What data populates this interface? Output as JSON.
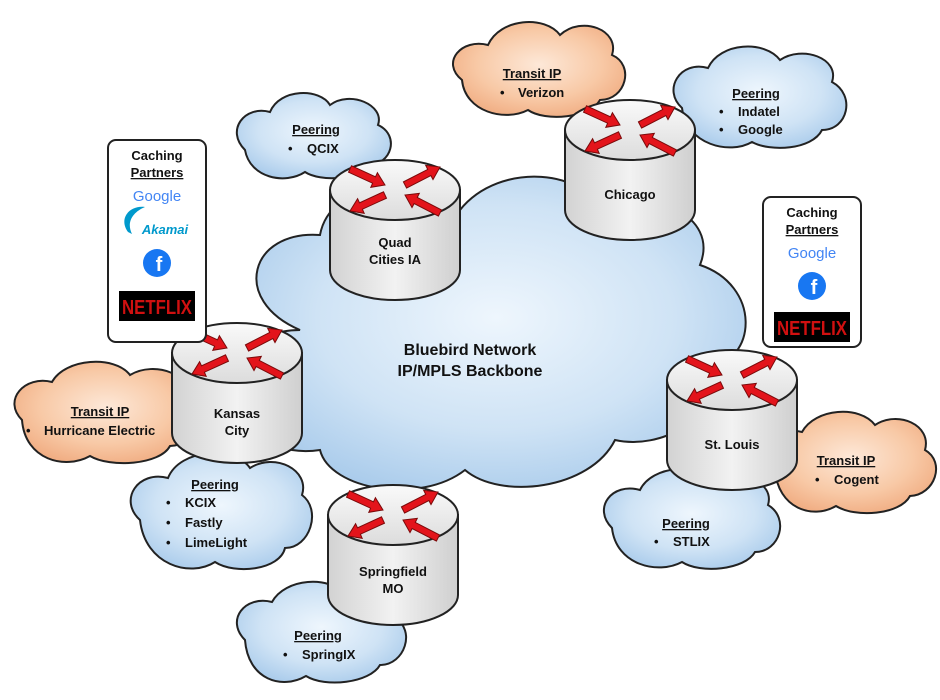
{
  "backbone": {
    "line1": "Bluebird Network",
    "line2": "IP/MPLS Backbone"
  },
  "routers": {
    "quad_cities": {
      "line1": "Quad",
      "line2": "Cities IA"
    },
    "chicago": {
      "line1": "Chicago"
    },
    "kansas_city": {
      "line1": "Kansas",
      "line2": "City"
    },
    "st_louis": {
      "line1": "St. Louis"
    },
    "springfield": {
      "line1": "Springfield",
      "line2": "MO"
    }
  },
  "clouds": {
    "qcix": {
      "title": "Peering",
      "items": [
        "QCIX"
      ]
    },
    "chicago_transit": {
      "title": "Transit IP",
      "items": [
        "Verizon"
      ]
    },
    "chicago_peering": {
      "title": "Peering",
      "items": [
        "Indatel",
        "Google"
      ]
    },
    "kc_transit": {
      "title": "Transit IP",
      "items": [
        "Hurricane Electric"
      ]
    },
    "kc_peering": {
      "title": "Peering",
      "items": [
        "KCIX",
        "Fastly",
        "LimeLight"
      ]
    },
    "stl_peering": {
      "title": "Peering",
      "items": [
        "STLIX"
      ]
    },
    "stl_transit": {
      "title": "Transit IP",
      "items": [
        "Cogent"
      ]
    },
    "springfield_peering": {
      "title": "Peering",
      "items": [
        "SpringIX"
      ]
    }
  },
  "caching_left": {
    "title_line1": "Caching",
    "title_line2": "Partners",
    "google": "Google",
    "akamai": "Akamai",
    "facebook": "f",
    "netflix": "NETFLIX"
  },
  "caching_right": {
    "title_line1": "Caching",
    "title_line2": "Partners",
    "google": "Google",
    "facebook": "f",
    "netflix": "NETFLIX"
  },
  "bullet": "•",
  "colors": {
    "blue_cloud": "#cfe3f5",
    "orange_cloud": "#f8c9a6",
    "router_body": "#e4e4e4",
    "arrow_red": "#e3141b",
    "netflix_red": "#d01010",
    "facebook_blue": "#1877f2"
  }
}
